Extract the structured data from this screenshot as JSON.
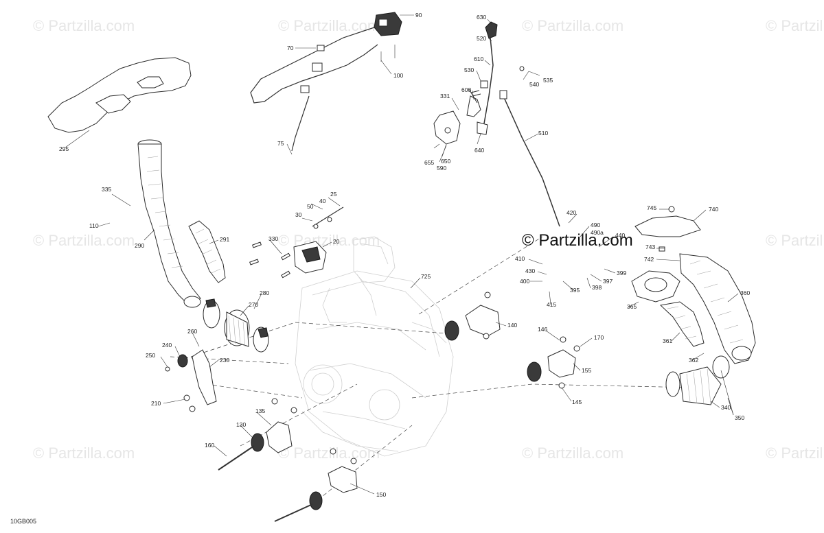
{
  "watermark": {
    "text": "© Partzilla.com",
    "center_text": "© Partzilla.com"
  },
  "diagram_code": "10GB005",
  "callouts": {
    "c90": "90",
    "c70": "70",
    "c100": "100",
    "c75": "75",
    "c295": "295",
    "c630": "630",
    "c520": "520",
    "c610": "610",
    "c530": "530",
    "c540": "540",
    "c535": "535",
    "c331": "331",
    "c600": "600",
    "c510": "510",
    "c655": "655",
    "c650": "650",
    "c590": "590",
    "c640": "640",
    "c335": "335",
    "c110": "110",
    "c290": "290",
    "c291": "291",
    "c25": "25",
    "c40": "40",
    "c50": "50",
    "c30": "30",
    "c330": "330",
    "c20": "20",
    "c745": "745",
    "c740": "740",
    "c420": "420",
    "c490": "490",
    "c490a": "490a",
    "c440": "440",
    "c743": "743",
    "c742": "742",
    "c410": "410",
    "c430": "430",
    "c400": "400",
    "c399": "399",
    "c397": "397",
    "c398": "398",
    "c395": "395",
    "c415": "415",
    "c725": "725",
    "c360": "360",
    "c365": "365",
    "c280": "280",
    "c270": "270",
    "c140": "140",
    "c361": "361",
    "c362": "362",
    "c146": "146",
    "c170": "170",
    "c155": "155",
    "c260": "260",
    "c240": "240",
    "c250": "250",
    "c230": "230",
    "c210": "210",
    "c145": "145",
    "c340": "340",
    "c350": "350",
    "c135": "135",
    "c130": "130",
    "c160": "160",
    "c150": "150"
  }
}
